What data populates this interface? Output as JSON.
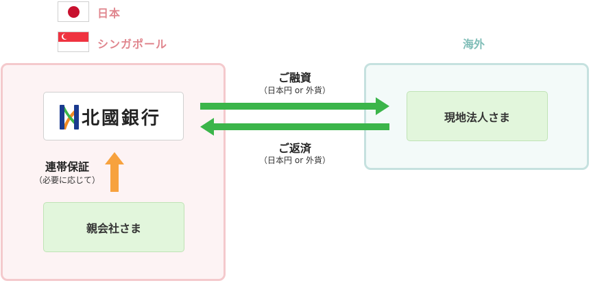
{
  "legend": {
    "japan_label": "日本",
    "singapore_label": "シンガポール"
  },
  "regions": {
    "overseas_label": "海外"
  },
  "bank": {
    "name": "北國銀行"
  },
  "entities": {
    "subsidiary": "現地法人さま",
    "parent": "親会社さま"
  },
  "flows": {
    "loan_label": "ご融資",
    "loan_currency": "（日本円 or 外貨）",
    "repay_label": "ご返済",
    "repay_currency": "（日本円 or 外貨）"
  },
  "guarantee": {
    "label": "連帯保証",
    "note": "（必要に応じて）"
  },
  "colors": {
    "domestic_border": "#f4c9cc",
    "overseas_border": "#c5e1df",
    "arrow_green": "#3bb54a",
    "arrow_orange": "#f7a23e",
    "box_green": "#e2f6dc"
  }
}
